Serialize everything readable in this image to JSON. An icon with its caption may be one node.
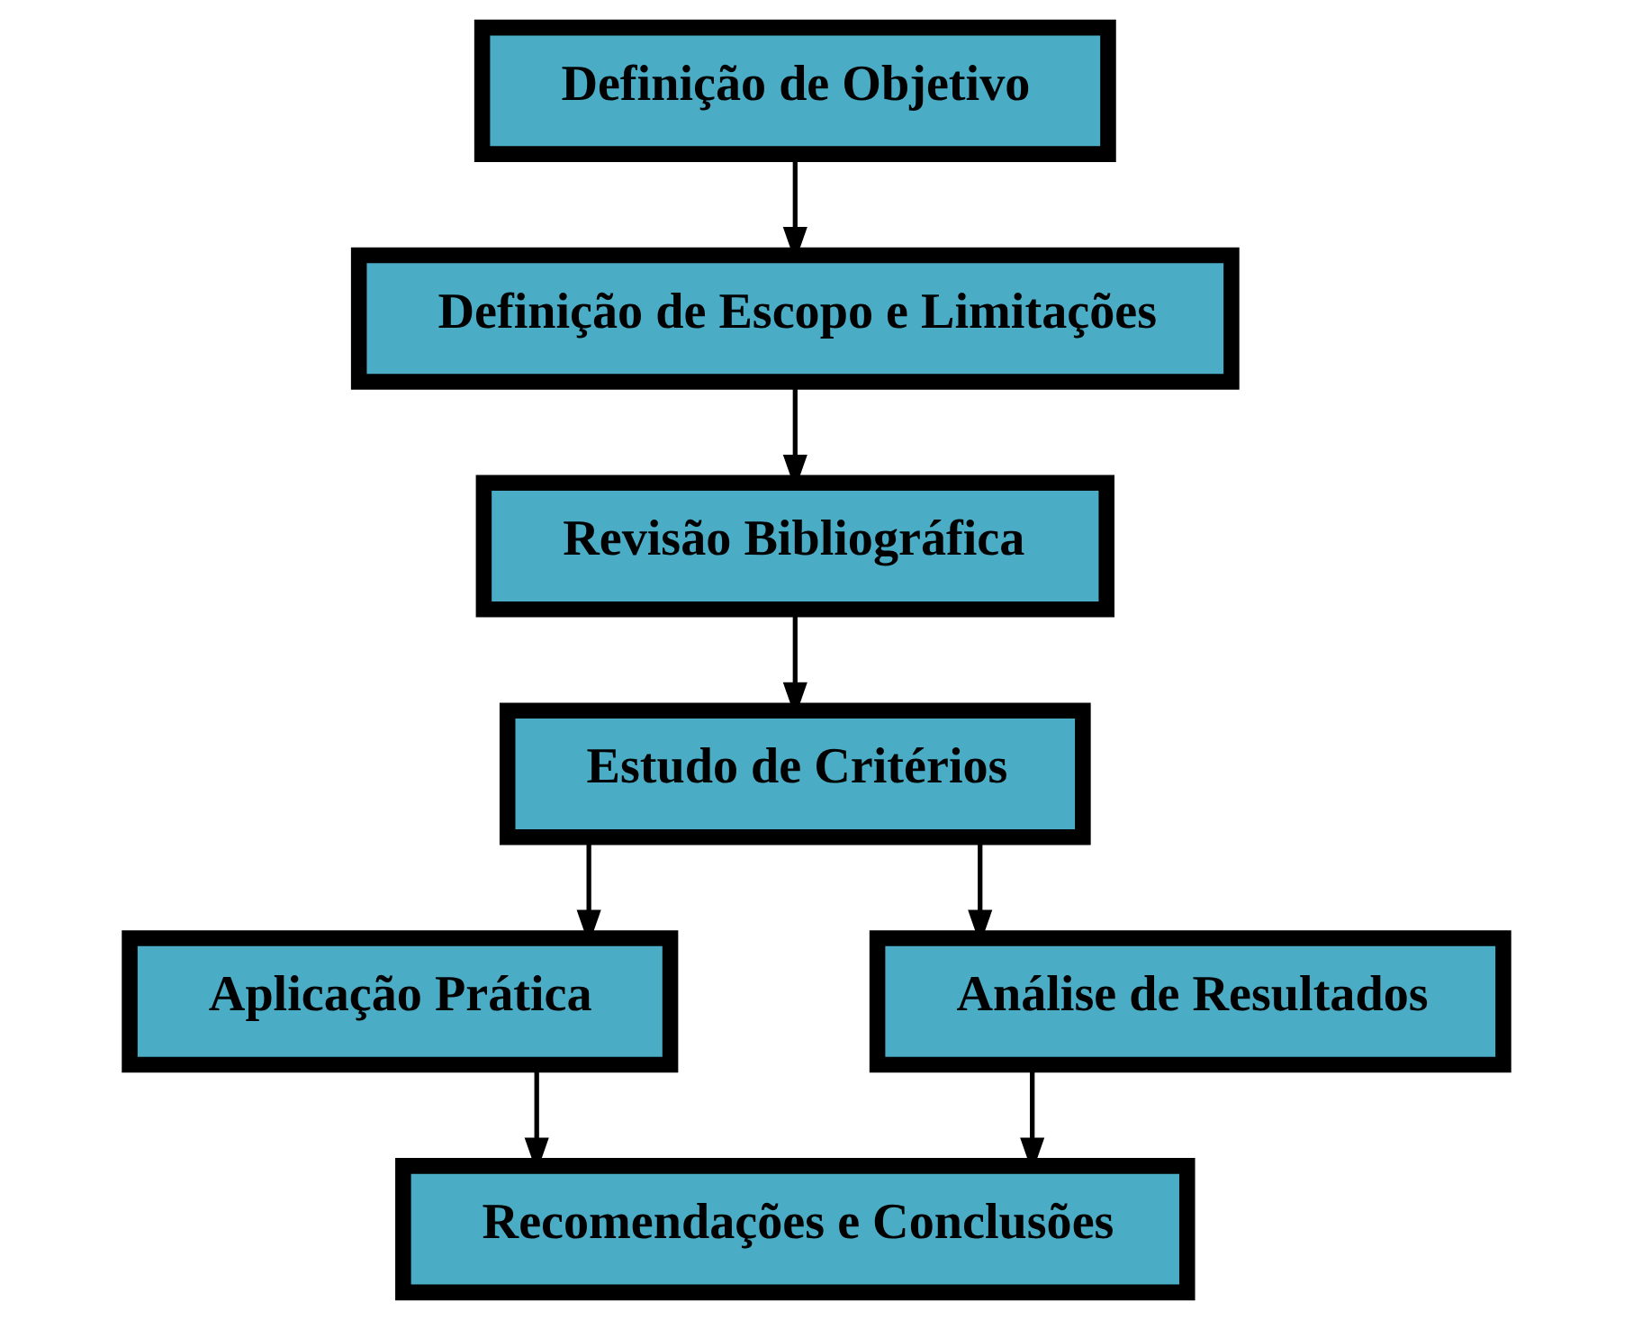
{
  "diagram": {
    "nodes": [
      {
        "text": [
          "Definição de Objetivo"
        ]
      },
      {
        "text": [
          "Definição de Escopo e Limitações"
        ]
      },
      {
        "text": [
          "Revisão Bibliográfica"
        ]
      },
      {
        "text": [
          "Estudo de Critérios"
        ]
      },
      {
        "text": [
          "Aplicação Prática"
        ]
      },
      {
        "text": [
          "Análise de Resultados"
        ]
      },
      {
        "text": [
          "Recomendações e Conclusões"
        ]
      }
    ],
    "edges": [
      {
        "from": 0,
        "to": 1,
        "arrow": "to"
      },
      {
        "from": 1,
        "to": 2,
        "arrow": "to"
      },
      {
        "from": 2,
        "to": 3,
        "arrow": "to"
      },
      {
        "from": 3,
        "to": 4,
        "arrow": "to"
      },
      {
        "from": 3,
        "to": 5,
        "arrow": "to"
      },
      {
        "from": 4,
        "to": 6,
        "arrow": "to"
      },
      {
        "from": 5,
        "to": 6,
        "arrow": "to"
      }
    ]
  }
}
